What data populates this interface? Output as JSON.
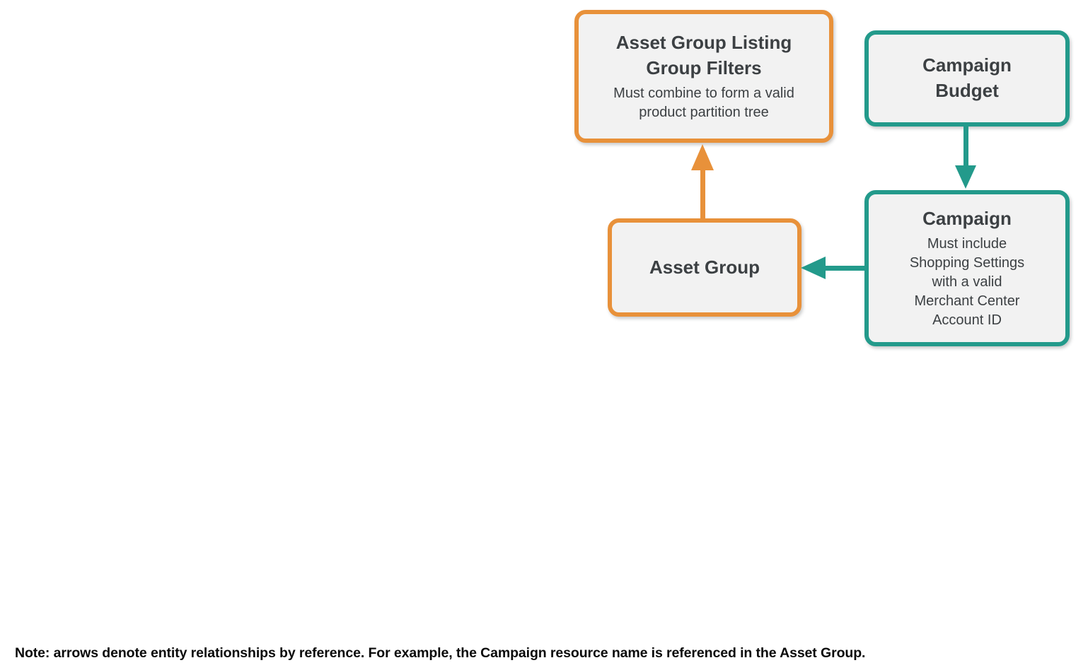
{
  "colors": {
    "orange": "#E8913A",
    "teal": "#239A8B",
    "box_bg": "#F2F2F2",
    "title_text": "#3C4043",
    "note_text": "#0A0A0A",
    "background": "#FFFFFF"
  },
  "diagram": {
    "nodes": {
      "aglf": {
        "title": "Asset Group Listing Group Filters",
        "subtitle": "Must combine to form a valid product partition tree",
        "accent": "orange"
      },
      "campaign_budget": {
        "title": "Campaign Budget",
        "accent": "teal"
      },
      "campaign": {
        "title": "Campaign",
        "subtitle": "Must include Shopping Settings with a valid Merchant Center Account ID",
        "accent": "teal"
      },
      "asset_group": {
        "title": "Asset Group",
        "accent": "orange"
      }
    },
    "edges": [
      {
        "from": "Asset Group",
        "to": "Asset Group Listing Group Filters",
        "accent": "orange",
        "direction": "up"
      },
      {
        "from": "Campaign Budget",
        "to": "Campaign",
        "accent": "teal",
        "direction": "down"
      },
      {
        "from": "Campaign",
        "to": "Asset Group",
        "accent": "teal",
        "direction": "left"
      }
    ]
  },
  "note": "Note: arrows denote entity relationships by reference. For example, the Campaign resource name is referenced in the Asset Group."
}
